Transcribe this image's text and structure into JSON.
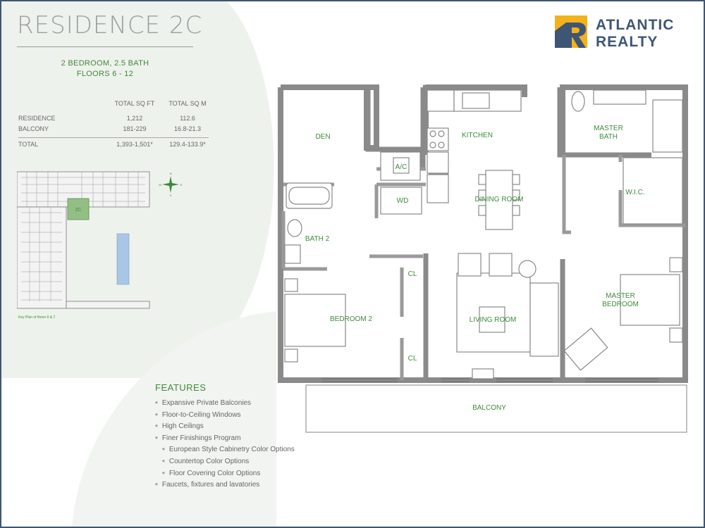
{
  "residence": {
    "title": "RESIDENCE 2C",
    "bedrooms_baths": "2 BEDROOM, 2.5 BATH",
    "floors": "FLOORS 6 - 12"
  },
  "square_footage": {
    "headers": [
      "TOTAL SQ FT",
      "TOTAL SQ M"
    ],
    "rows": [
      {
        "label": "RESIDENCE",
        "sqft": "1,212",
        "sqm": "112.6"
      },
      {
        "label": "BALCONY",
        "sqft": "181-229",
        "sqm": "16.8-21.3"
      }
    ],
    "total": {
      "label": "TOTAL",
      "sqft": "1,393-1,501*",
      "sqm": "129.4-133.9*"
    }
  },
  "key_plan": {
    "caption": "Key Plan of floors 6 & 7.",
    "unit_label": "2C",
    "compass_letters": [
      "N",
      "E",
      "S",
      "W"
    ]
  },
  "features": {
    "title": "FEATURES",
    "items": [
      "Expansive Private Balconies",
      "Floor-to-Ceiling Windows",
      "High Ceilings",
      "Finer Finishings Program"
    ],
    "sub_items": [
      "European Style Cabinetry Color Options",
      "Countertop Color Options",
      "Floor Covering Color Options"
    ],
    "last_item": "Faucets, fixtures and lavatories"
  },
  "brand": {
    "line1": "ATLANTIC",
    "line2": "REALTY",
    "colors": {
      "navy": "#3e5575",
      "gold": "#f2b21b",
      "green": "#3f8a3a",
      "shape": "#eef2ec"
    }
  },
  "rooms": {
    "den": "DEN",
    "kitchen": "KITCHEN",
    "master_bath": "MASTER\nBATH",
    "ac": "A/C",
    "wd": "WD",
    "dining_room": "DINING ROOM",
    "wic": "W.I.C.",
    "bath2": "BATH 2",
    "cl_top": "CL",
    "cl_bottom": "CL",
    "bedroom2": "BEDROOM 2",
    "living_room": "LIVING ROOM",
    "master_bedroom": "MASTER\nBEDROOM",
    "balcony": "BALCONY"
  }
}
